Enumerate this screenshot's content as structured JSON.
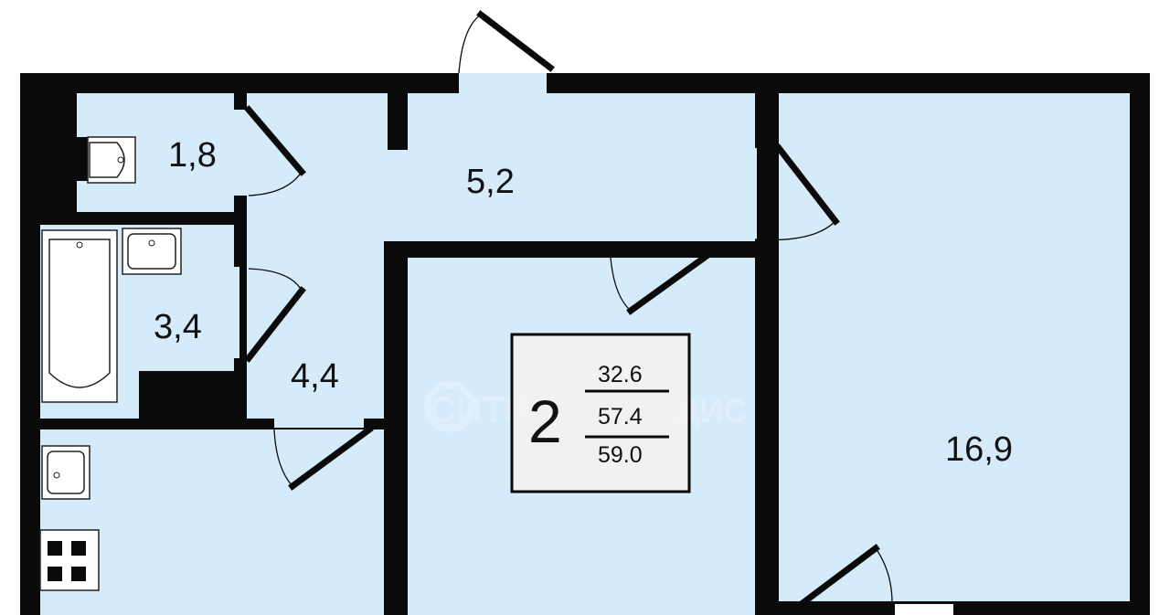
{
  "colors": {
    "room_fill": "#d6ebfa",
    "wall": "#0a0a0a",
    "legend_bg": "#f2f2f2"
  },
  "rooms": [
    {
      "id": "wc",
      "area": "1,8"
    },
    {
      "id": "hall",
      "area": "5,2"
    },
    {
      "id": "bath",
      "area": "3,4"
    },
    {
      "id": "corridor",
      "area": "4,4"
    },
    {
      "id": "big-room",
      "area": "16,9"
    }
  ],
  "legend": {
    "rooms_count": "2",
    "living_area": "32.6",
    "total_area": "57.4",
    "total_with_balcony": "59.0"
  },
  "watermark": "СИТИ ... ДИС"
}
